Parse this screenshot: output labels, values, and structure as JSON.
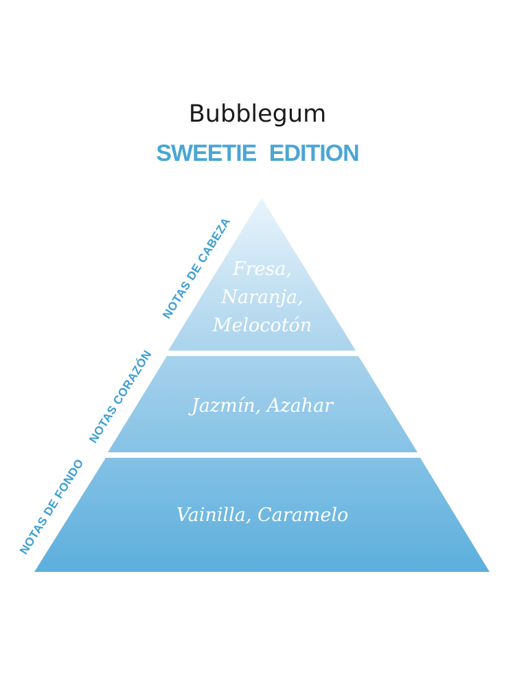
{
  "product": {
    "title": "Bubblegum",
    "subtitle": "SWEETIE  EDITION"
  },
  "pyramid": {
    "tiers": [
      {
        "label": "NOTAS DE CABEZA",
        "lines": [
          "Fresa,",
          "Naranja,",
          "Melocotón"
        ]
      },
      {
        "label": "NOTAS CORAZÓN",
        "lines": [
          "Jazmín, Azahar"
        ]
      },
      {
        "label": "NOTAS DE FONDO",
        "lines": [
          "Vainilla, Caramelo"
        ]
      }
    ]
  },
  "colors": {
    "accent": "#4aa6d4",
    "pyramid_top": "#e9f4fb",
    "pyramid_bottom": "#5cafdd"
  }
}
